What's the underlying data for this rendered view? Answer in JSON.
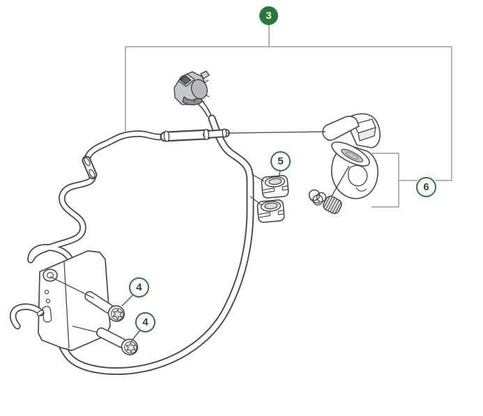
{
  "page": {
    "background": "#ffffff",
    "width": "693",
    "height": "597"
  },
  "colors": {
    "callout_green": "#267b36",
    "callout_number_light": "#ffffff",
    "callout_number_dark": "#3a3a3a",
    "artwork_line": "#474747",
    "bracket_line": "#9b9b9b"
  },
  "callouts": {
    "c3": {
      "label": "3",
      "style": "filled"
    },
    "c4a": {
      "label": "4",
      "style": "outlined"
    },
    "c4b": {
      "label": "4",
      "style": "outlined"
    },
    "c5": {
      "label": "5",
      "style": "outlined"
    },
    "c6": {
      "label": "6",
      "style": "outlined"
    }
  },
  "parts": {
    "harness": "wiring-harness-assembly",
    "connector": "electrical-connector",
    "sleeve": "cable-sleeve",
    "clips": "cable-clips",
    "trigger": "throttle-trigger",
    "spring": "return-spring",
    "module": "switch-module",
    "screws": "torx-screws"
  }
}
